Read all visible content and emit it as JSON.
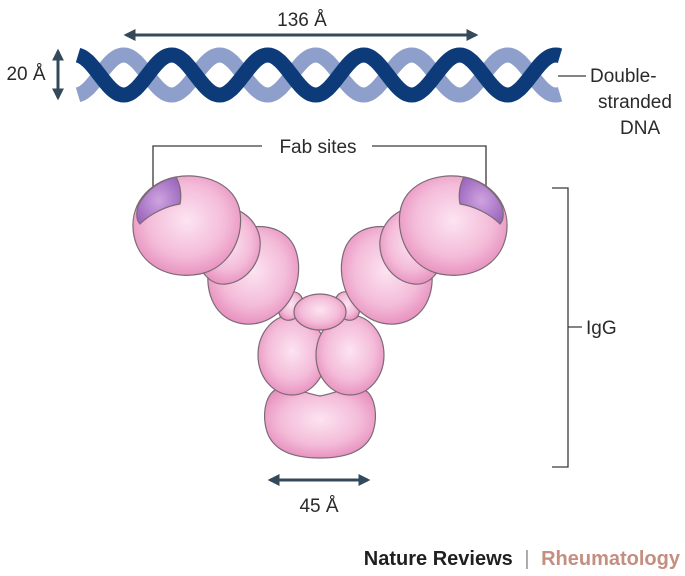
{
  "dna": {
    "length_label": "136 Å",
    "width_label": "20 Å",
    "name_line1": "Double-",
    "name_line2": "stranded",
    "name_line3": "DNA"
  },
  "igg": {
    "fab_label": "Fab sites",
    "name": "IgG",
    "width_label": "45 Å"
  },
  "credit": {
    "journal": "Nature Reviews",
    "separator": "|",
    "subject": "Rheumatology"
  },
  "colors": {
    "dna_strand_dark": "#0d3b7a",
    "dna_strand_light": "#8f9fcb",
    "antibody_pink": "#f0a8cf",
    "antibody_outline": "#7a6b73",
    "fab_site_purple": "#a574c4",
    "arrow": "#34495a",
    "credit_dark": "#1f1f1f",
    "credit_accent": "#c48e80"
  }
}
